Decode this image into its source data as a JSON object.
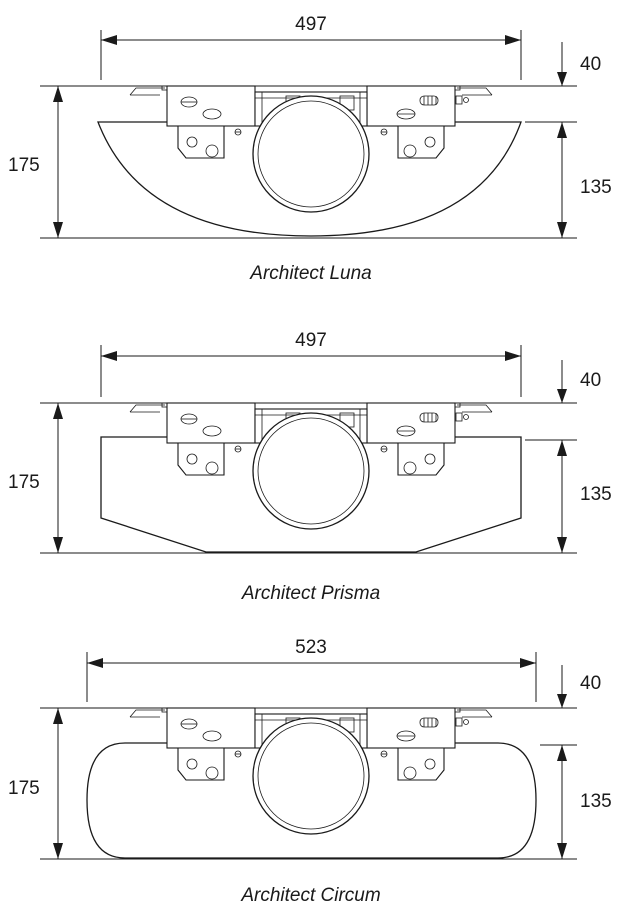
{
  "drawings": [
    {
      "shape": "luna",
      "caption": "Architect Luna",
      "width": "497",
      "total_height": "175",
      "top_height": "40",
      "body_height": "135"
    },
    {
      "shape": "prisma",
      "caption": "Architect Prisma",
      "width": "497",
      "total_height": "175",
      "top_height": "40",
      "body_height": "135"
    },
    {
      "shape": "circum",
      "caption": "Architect Circum",
      "width": "523",
      "total_height": "175",
      "top_height": "40",
      "body_height": "135"
    }
  ]
}
